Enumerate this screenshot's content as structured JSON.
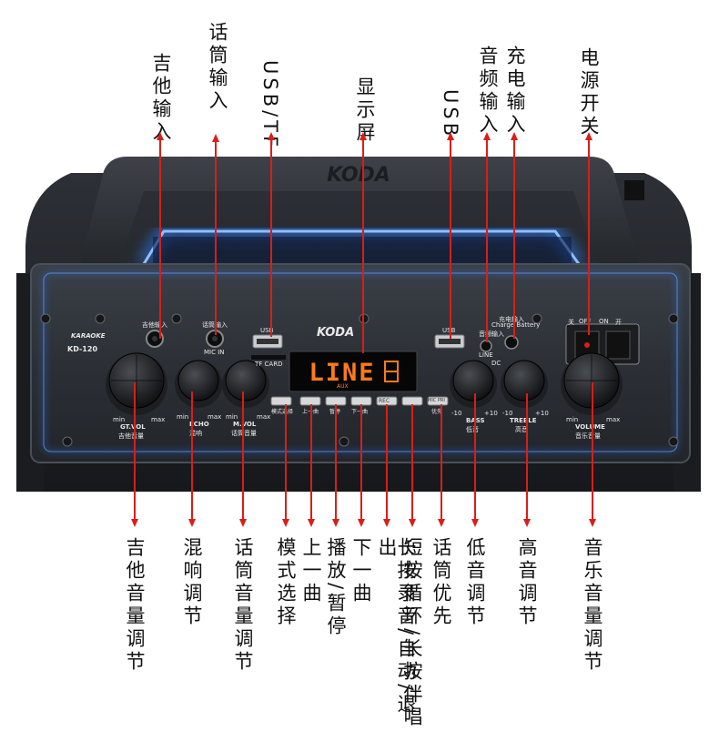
{
  "top_labels": [
    {
      "id": "guitar-input",
      "text": "吉他输入"
    },
    {
      "id": "mic-input",
      "text": "话筒输入"
    },
    {
      "id": "usb-tf",
      "text": "USB/TF"
    },
    {
      "id": "display",
      "text": "显示屏"
    },
    {
      "id": "usb",
      "text": "USB"
    },
    {
      "id": "audio-input",
      "text": "音频输入"
    },
    {
      "id": "charge-input",
      "text": "充电输入"
    },
    {
      "id": "power-switch",
      "text": "电源开关"
    }
  ],
  "bottom_labels": [
    {
      "id": "guitar-volume",
      "text": "吉他音量调节"
    },
    {
      "id": "echo",
      "text": "混响调节"
    },
    {
      "id": "mic-volume",
      "text": "话筒音量调节"
    },
    {
      "id": "mode",
      "text": "模式选择"
    },
    {
      "id": "prev",
      "text": "上一曲"
    },
    {
      "id": "play-pause",
      "text": "播放/暂停"
    },
    {
      "id": "next",
      "text": "下一曲"
    },
    {
      "id": "record",
      "text": "长按录音/自动/退出"
    },
    {
      "id": "loop",
      "text": "短按循环/长按伴唱"
    },
    {
      "id": "mic-priority",
      "text": "话筒优先"
    },
    {
      "id": "bass",
      "text": "低音调节"
    },
    {
      "id": "treble",
      "text": "高音调节"
    },
    {
      "id": "music-volume",
      "text": "音乐音量调节"
    }
  ],
  "device": {
    "brand_handle": "KODA",
    "brand_panel": "KODA",
    "karaoke": "KARAOKE",
    "model": "KD-120",
    "display_text": "LINE",
    "display_sub": "AUX",
    "guitar_in": "吉他输入",
    "mic_in_cn": "话筒输入",
    "mic_in": "MIC IN",
    "usb_left": "USB",
    "tf_card": "TF CARD",
    "usb_right": "USB",
    "audio_in": "音频输入",
    "line": "LINE",
    "charge_cn": "充电输入",
    "charge_en": "Charge Battery",
    "dc": "DC",
    "off": "OFF",
    "on": "ON",
    "off_cn": "关",
    "on_cn": "开",
    "knob_min": "min",
    "knob_max": "max",
    "gt_vol": "GT.VOL",
    "gt_vol_cn": "吉他音量",
    "echo": "ECHO",
    "echo_cn": "混响",
    "m_vol": "M.VOL",
    "m_vol_cn": "话筒音量",
    "bass": "BASS",
    "bass_cn": "低音",
    "treble": "TREBLE",
    "treble_cn": "高音",
    "volume": "VOLUME",
    "volume_cn": "音乐音量",
    "minus10": "-10",
    "plus10": "+10",
    "btn_mode": "模式选择",
    "btn_prev": "上一曲",
    "btn_play": "暂停",
    "btn_next": "下一曲",
    "btn_rec": "REC",
    "btn_mic": "MIC PRI",
    "btn_mic_cn": "优先"
  },
  "colors": {
    "callout": "#d91e18",
    "display": "#ff7a1a",
    "glow": "#2f7bff"
  }
}
